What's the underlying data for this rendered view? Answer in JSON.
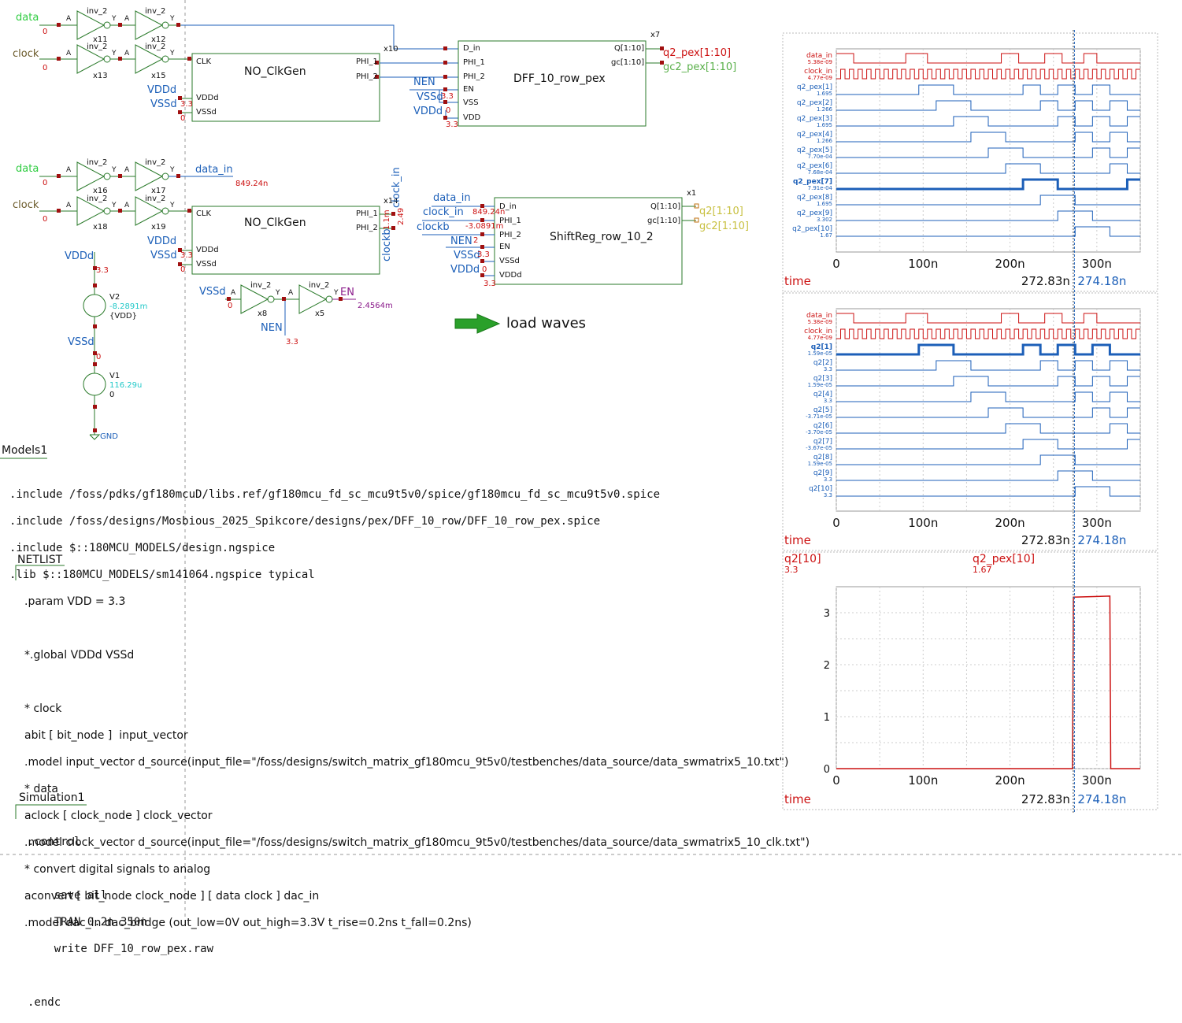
{
  "colors": {
    "wire": "#1c5fb8",
    "label_blue": "#1c5fb8",
    "net_green": "#2ecc40",
    "dark": "#6b5a2a",
    "red": "#cc1111",
    "green": "#2a7a2a",
    "purple": "#8a1a8a",
    "cyan": "#20c8c8",
    "yellow": "#c8c040",
    "wave_red": "#cc1111",
    "wave_blue": "#1c5fb8"
  },
  "top_row": {
    "in1_label": "data",
    "in1_val": "0",
    "in2_label": "clock",
    "in2_val": "0",
    "inv_label": "inv_2",
    "pin_a": "A",
    "pin_y": "Y",
    "x11": "x11",
    "x12": "x12",
    "x13": "x13",
    "x15": "x15",
    "clkgen": {
      "name": "NO_ClkGen",
      "inst": "x10",
      "clk": "CLK",
      "phi1": "PHI_1",
      "phi2": "PHI_2",
      "vddd": "VDDd",
      "vssd": "VSSd"
    },
    "vddd_label": "VDDd",
    "vssd_label": "VSSd",
    "v33": "3.3",
    "v0": "0",
    "dff": {
      "name": "DFF_10_row_pex",
      "inst": "x7",
      "din": "D_in",
      "phi1": "PHI_1",
      "phi2": "PHI_2",
      "en": "EN",
      "vss": "VSS",
      "vdd": "VDD",
      "q": "Q[1:10]",
      "gc": "gc[1:10]"
    },
    "nen": "NEN",
    "vssd2": "VSSd",
    "vddd2": "VDDd",
    "q_out": "q2_pex[1:10]",
    "gc_out": "gc2_pex[1:10]",
    "v0b": "0",
    "v33b": "3.3"
  },
  "mid_row": {
    "in1_label": "data",
    "in1_val": "0",
    "in2_label": "clock",
    "in2_val": "0",
    "x16": "x16",
    "x17": "x17",
    "x18": "x18",
    "x19": "x19",
    "data_in_label": "data_in",
    "data_in_val": "849.24n",
    "clkgen_inst": "x14",
    "clock_in_rot": "clock_in",
    "clockb_rot": "clockb",
    "v_rot1": "2.49",
    "v_rot2": "1.1m",
    "vddd": "VDDd",
    "vssd": "VSSd",
    "v33": "3.3",
    "v0": "0",
    "sr": {
      "name": "ShiftReg_row_10_2",
      "inst": "x1",
      "din": "D_in",
      "phi1": "PHI_1",
      "phi2": "PHI_2",
      "en": "EN",
      "vssd": "VSSd",
      "vddd": "VDDd",
      "q": "Q[1:10]",
      "gc": "gc[1:10]"
    },
    "sr_data_in": "data_in",
    "sr_data_val": "849.24n",
    "sr_clock_in": "clock_in",
    "sr_clock_val": "-3.0891m",
    "sr_clockb": "clockb",
    "sr_nen": "NEN",
    "sr_nen_v": "2",
    "sr_vssd": "VSSd",
    "sr_vssd_v": "3.3",
    "sr_vddd": "VDDd",
    "sr_vddd_v": "0",
    "sr_v33": "3.3",
    "q2_out": "q2[1:10]",
    "gc2_out": "gc2[1:10]"
  },
  "power": {
    "vddd": "VDDd",
    "v33": "3.3",
    "v2": "V2",
    "v2_meas": "-8.2891m",
    "v2_val": "{VDD}",
    "vssd": "VSSd",
    "v0": "0",
    "v1": "V1",
    "v1_meas": "116.29u",
    "v1_val": "0",
    "gnd": "GND"
  },
  "en_gen": {
    "vssd": "VSSd",
    "v0": "0",
    "x8": "x8",
    "x5": "x5",
    "nen": "NEN",
    "v33": "3.3",
    "en": "EN",
    "en_val": "2.4564m"
  },
  "load_waves": "load waves",
  "models": {
    "title": "Models1",
    "lines": [
      ".include /foss/pdks/gf180mcuD/libs.ref/gf180mcu_fd_sc_mcu9t5v0/spice/gf180mcu_fd_sc_mcu9t5v0.spice",
      ".include /foss/designs/Mosbious_2025_Spikcore/designs/pex/DFF_10_row/DFF_10_row_pex.spice",
      ".include $::180MCU_MODELS/design.ngspice",
      ".lib $::180MCU_MODELS/sm141064.ngspice typical"
    ]
  },
  "netlist": {
    "title": "NETLIST",
    "lines": [
      ".param VDD = 3.3",
      "",
      "*.global VDDd VSSd",
      "",
      "* clock",
      "abit [ bit_node ]  input_vector",
      ".model input_vector d_source(input_file=\"/foss/designs/switch_matrix_gf180mcu_9t5v0/testbenches/data_source/data_swmatrix5_10.txt\")",
      "* data",
      "aclock [ clock_node ] clock_vector",
      ".model clock_vector d_source(input_file=\"/foss/designs/switch_matrix_gf180mcu_9t5v0/testbenches/data_source/data_swmatrix5_10_clk.txt\")",
      "* convert digital signals to analog",
      "aconvert [ bit_node clock_node ] [ data clock ] dac_in",
      ".model dac_in dac_bridge (out_low=0V out_high=3.3V t_rise=0.2ns t_fall=0.2ns)"
    ]
  },
  "simulation": {
    "title": "Simulation1",
    "lines": [
      ".control",
      "",
      "    save all",
      "    TRAN 0.2n 350n",
      "    write DFF_10_row_pex.raw",
      "",
      ".endc"
    ]
  },
  "graphs": [
    {
      "traces": [
        {
          "name": "data_in",
          "val": "5.38e-09",
          "color": "#cc1111"
        },
        {
          "name": "clock_in",
          "val": "4.77e-09",
          "color": "#cc1111"
        },
        {
          "name": "q2_pex[1]",
          "val": "1.695",
          "color": "#1c5fb8"
        },
        {
          "name": "q2_pex[2]",
          "val": "1.266",
          "color": "#1c5fb8"
        },
        {
          "name": "q2_pex[3]",
          "val": "1.695",
          "color": "#1c5fb8"
        },
        {
          "name": "q2_pex[4]",
          "val": "1.266",
          "color": "#1c5fb8"
        },
        {
          "name": "q2_pex[5]",
          "val": "7.70e-04",
          "color": "#1c5fb8"
        },
        {
          "name": "q2_pex[6]",
          "val": "7.68e-04",
          "color": "#1c5fb8"
        },
        {
          "name": "q2_pex[7]",
          "val": "7.91e-04",
          "color": "#1c5fb8",
          "bold": true
        },
        {
          "name": "q2_pex[8]",
          "val": "1.695",
          "color": "#1c5fb8"
        },
        {
          "name": "q2_pex[9]",
          "val": "3.302",
          "color": "#1c5fb8"
        },
        {
          "name": "q2_pex[10]",
          "val": "1.67",
          "color": "#1c5fb8"
        }
      ],
      "xticks": [
        "0",
        "100n",
        "200n",
        "300n"
      ],
      "xlabel": "time",
      "cursor1": "272.83n",
      "cursor2": "274.18n"
    },
    {
      "traces": [
        {
          "name": "data_in",
          "val": "5.38e-09",
          "color": "#cc1111"
        },
        {
          "name": "clock_in",
          "val": "4.77e-09",
          "color": "#cc1111"
        },
        {
          "name": "q2[1]",
          "val": "1.59e-05",
          "color": "#1c5fb8",
          "bold": true
        },
        {
          "name": "q2[2]",
          "val": "3.3",
          "color": "#1c5fb8"
        },
        {
          "name": "q2[3]",
          "val": "1.59e-05",
          "color": "#1c5fb8"
        },
        {
          "name": "q2[4]",
          "val": "3.3",
          "color": "#1c5fb8"
        },
        {
          "name": "q2[5]",
          "val": "-3.71e-05",
          "color": "#1c5fb8"
        },
        {
          "name": "q2[6]",
          "val": "-3.70e-05",
          "color": "#1c5fb8"
        },
        {
          "name": "q2[7]",
          "val": "-3.67e-05",
          "color": "#1c5fb8"
        },
        {
          "name": "q2[8]",
          "val": "1.59e-05",
          "color": "#1c5fb8"
        },
        {
          "name": "q2[9]",
          "val": "3.3",
          "color": "#1c5fb8"
        },
        {
          "name": "q2[10]",
          "val": "3.3",
          "color": "#1c5fb8"
        }
      ],
      "xticks": [
        "0",
        "100n",
        "200n",
        "300n"
      ],
      "xlabel": "time",
      "cursor1": "272.83n",
      "cursor2": "274.18n"
    },
    {
      "analog_traces": [
        {
          "name": "q2[10]",
          "val": "3.3"
        },
        {
          "name": "q2_pex[10]",
          "val": "1.67"
        }
      ],
      "yticks": [
        "3",
        "2",
        "1",
        "0"
      ],
      "xticks": [
        "0",
        "100n",
        "200n",
        "300n"
      ],
      "xlabel": "time",
      "cursor1": "272.83n",
      "cursor2": "274.18n"
    }
  ]
}
